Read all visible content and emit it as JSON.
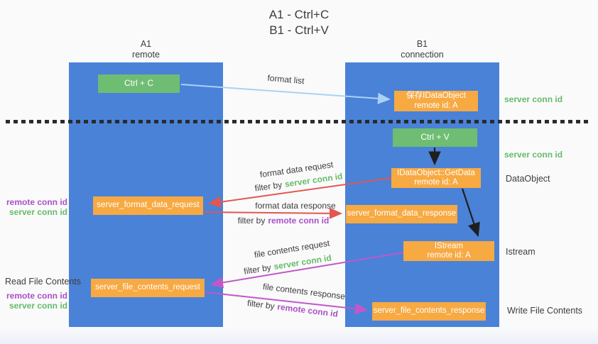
{
  "title": {
    "line1": "A1 - Ctrl+C",
    "line2": "B1 - Ctrl+V"
  },
  "lanes": {
    "a1": {
      "name": "A1",
      "role": "remote"
    },
    "b1": {
      "name": "B1",
      "role": "connection"
    }
  },
  "nodes": {
    "ctrl_c": {
      "label": "Ctrl + C"
    },
    "ctrl_v": {
      "label": "Ctrl + V"
    },
    "save_dataobject": {
      "line1": "保存IDataObject",
      "line2": "remote id: A"
    },
    "getdata": {
      "line1": "IDataObject::GetData",
      "line2": "remote id: A"
    },
    "istream": {
      "line1": "IStream",
      "line2": "remote id: A"
    },
    "format_request": {
      "label": "server_format_data_request"
    },
    "format_response": {
      "label": "server_format_data_response"
    },
    "file_request": {
      "label": "server_file_contents_request"
    },
    "file_response": {
      "label": "server_file_contents_response"
    }
  },
  "arrow_labels": {
    "format_list": "format list",
    "format_data_request": "format data request",
    "format_data_response": "format data response",
    "file_contents_request": "file contents request",
    "file_contents_response": "file contents response",
    "filter_by": "filter by",
    "server_conn_id": "server conn id",
    "remote_conn_id": "remote conn id"
  },
  "side_labels": {
    "right_server_conn_top": "server conn id",
    "right_server_conn_mid": "server conn id",
    "dataobject": "DataObject",
    "istream": "Istream",
    "write_file_contents": "Write File Contents",
    "read_file_contents": "Read File Contents",
    "left_pair1_remote": "remote conn id",
    "left_pair1_server": "server conn id",
    "left_pair2_remote": "remote conn id",
    "left_pair2_server": "server conn id"
  },
  "colors": {
    "lane-blue": "#4a82d8",
    "box-green": "#6fbd73",
    "box-orange": "#f7a942",
    "arrow-red": "#e25750",
    "arrow-magenta": "#c157c9",
    "arrow-lightblue": "#a9d2f2",
    "arrow-black": "#1f1f1f",
    "label-green": "#66bb6a",
    "label-purple": "#ab4fc8",
    "text-dark": "#3d3d3d",
    "background": "#fafafa"
  }
}
